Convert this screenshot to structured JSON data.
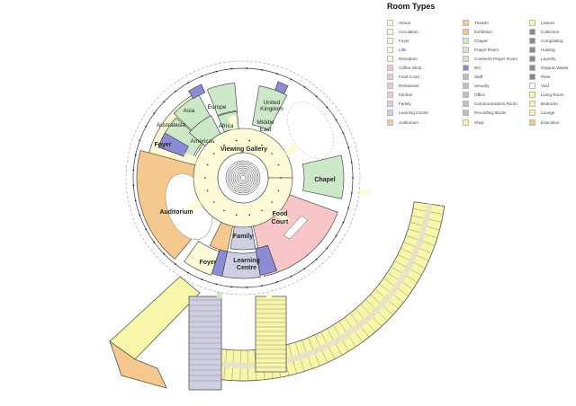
{
  "legend": {
    "title": "Room Types",
    "columns": [
      [
        {
          "label": "Atrium",
          "color": "#fdfbd8"
        },
        {
          "label": "Circulation",
          "color": "#fdfbd8"
        },
        {
          "label": "Foyer",
          "color": "#fdfbd8"
        },
        {
          "label": "Lifts",
          "color": "#fdfbd8"
        },
        {
          "label": "Reception",
          "color": "#fdfbd8"
        },
        {
          "label": "Coffee Shop",
          "color": "#f8c6c8"
        },
        {
          "label": "Food Court",
          "color": "#f8c6c8"
        },
        {
          "label": "Restaurant",
          "color": "#f8c6c8"
        },
        {
          "label": "Kitchen",
          "color": "#f8c6c8"
        },
        {
          "label": "Family",
          "color": "#cfcfe3"
        },
        {
          "label": "Learning Centre",
          "color": "#cfcfe3"
        },
        {
          "label": "Auditorium",
          "color": "#f5c98e"
        }
      ],
      [
        {
          "label": "Theatre",
          "color": "#f5c98e"
        },
        {
          "label": "Exhibition",
          "color": "#f5c98e"
        },
        {
          "label": "Chapel",
          "color": "#cce8c8"
        },
        {
          "label": "Prayer Room",
          "color": "#cce8c8"
        },
        {
          "label": "Continent Prayer Room",
          "color": "#cce8c8"
        },
        {
          "label": "WC",
          "color": "#8c8cd4"
        },
        {
          "label": "Staff",
          "color": "#bdbdbd"
        },
        {
          "label": "Security",
          "color": "#bdbdbd"
        },
        {
          "label": "Office",
          "color": "#bdbdbd"
        },
        {
          "label": "Communications Room",
          "color": "#bdbdbd"
        },
        {
          "label": "Recording Studio",
          "color": "#bdbdbd"
        },
        {
          "label": "Shop",
          "color": "#f8f6a0"
        }
      ],
      [
        {
          "label": "Leisure",
          "color": "#f8f6a0"
        },
        {
          "label": "Collection",
          "color": "#8a8a8a"
        },
        {
          "label": "Composting",
          "color": "#8a8a8a"
        },
        {
          "label": "Holding",
          "color": "#8a8a8a"
        },
        {
          "label": "Laundry",
          "color": "#8a8a8a"
        },
        {
          "label": "Organic Waste",
          "color": "#8a8a8a"
        },
        {
          "label": "Plant",
          "color": "#8a8a8a"
        },
        {
          "label": "Void",
          "color": "#ffffff"
        },
        {
          "label": "Living Room",
          "color": "#f8f6a0"
        },
        {
          "label": "Bedroom",
          "color": "#f8f6a0"
        },
        {
          "label": "Lounge",
          "color": "#f8f6a0"
        },
        {
          "label": "Education",
          "color": "#f5c98e"
        }
      ]
    ]
  },
  "plan": {
    "rooms": {
      "asia": "Asia",
      "europe": "Europe",
      "united_kingdom": [
        "United",
        "Kingdom"
      ],
      "australasia": "Australasia",
      "africa": "Africa",
      "middle_east": [
        "Middle",
        "East"
      ],
      "americas": "Americas",
      "foyer_upper": "Foyer",
      "viewing_gallery": "Viewing Gallery",
      "chapel": "Chapel",
      "auditorium": "Auditorium",
      "food_court": [
        "Food",
        "Court"
      ],
      "family": "Family",
      "foyer_lower": "Foyer",
      "learning_centre": [
        "Learning",
        "Centre"
      ]
    }
  }
}
